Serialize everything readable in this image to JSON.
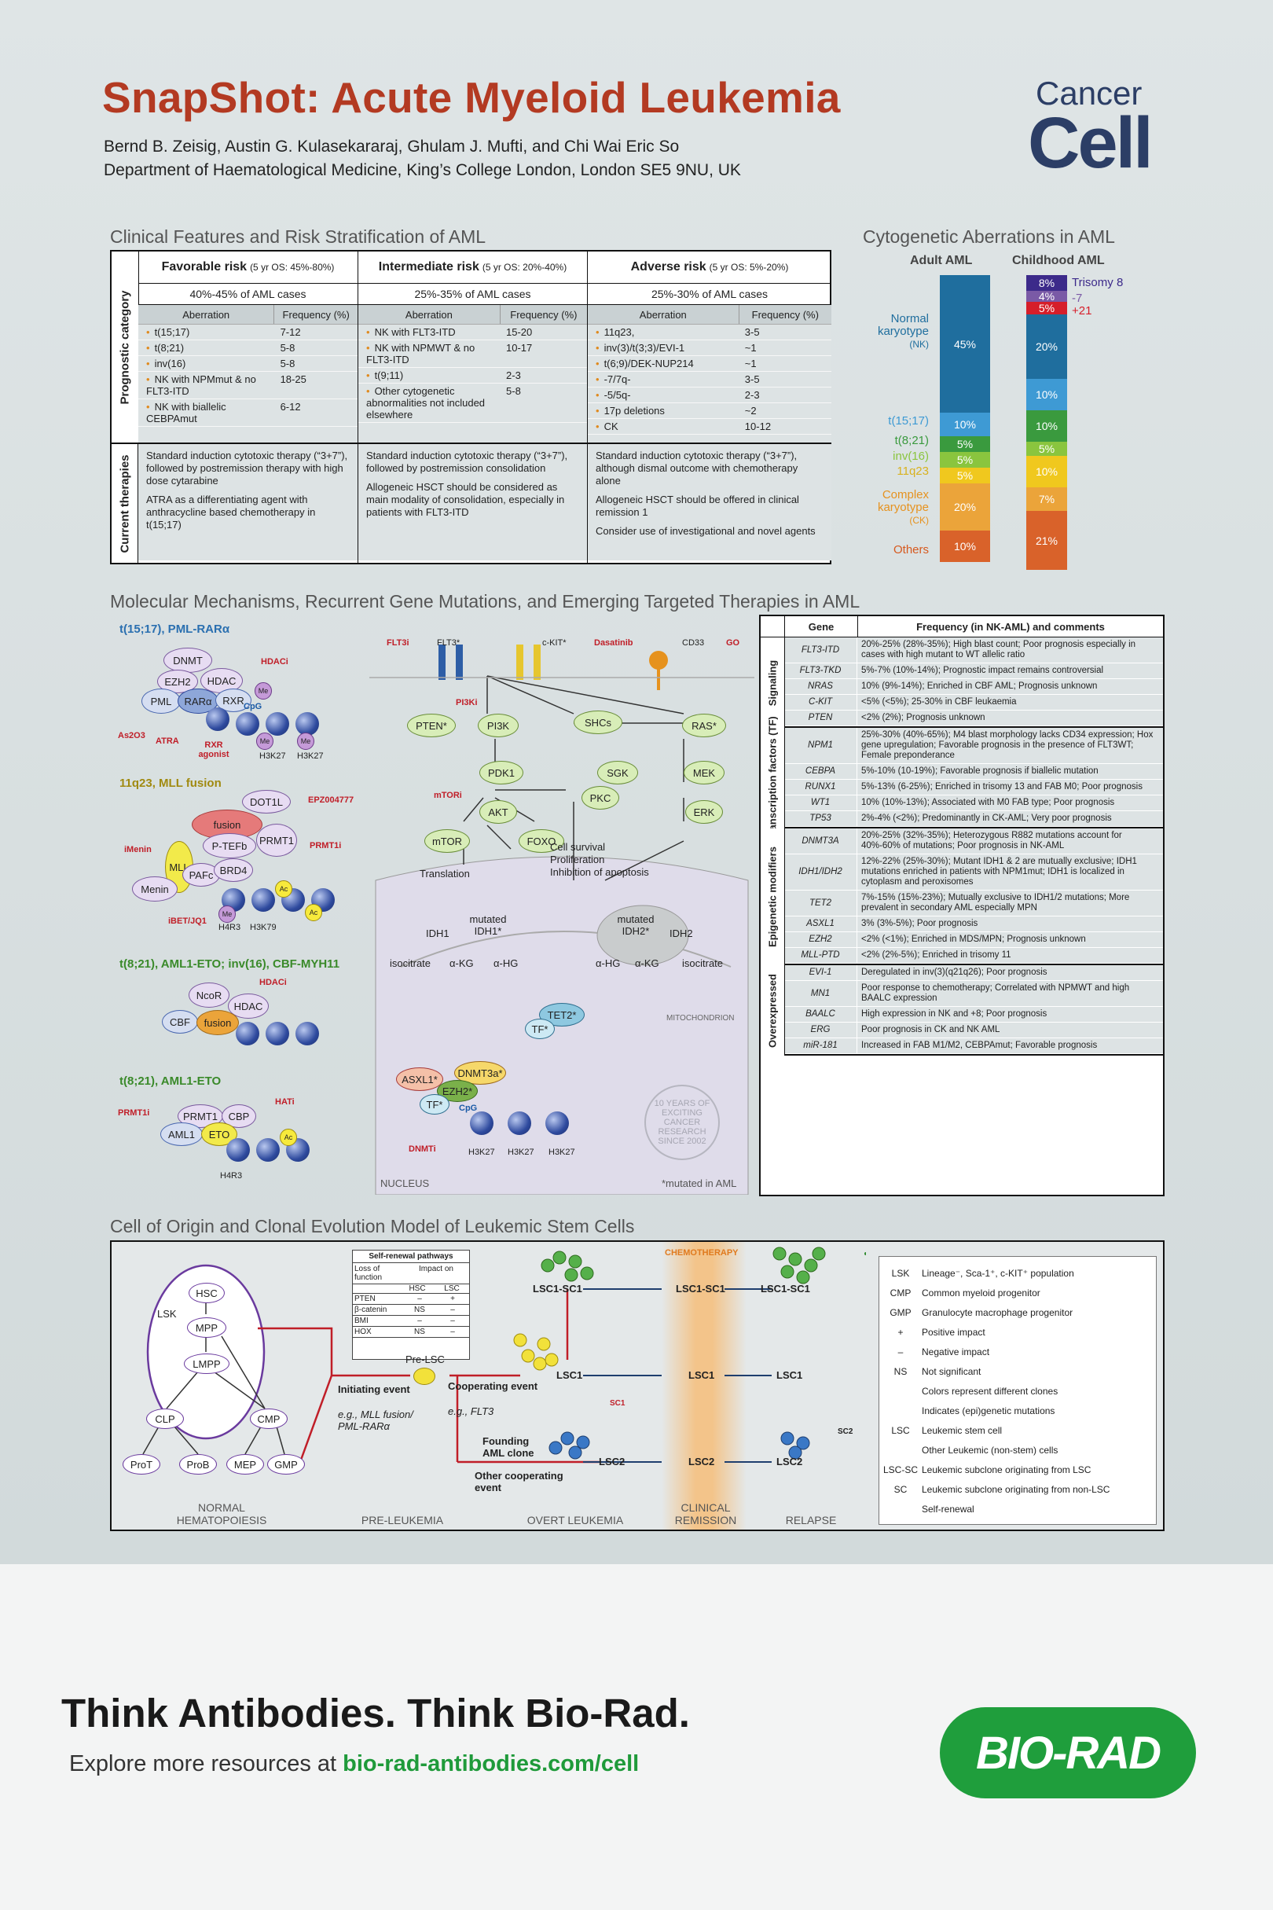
{
  "header": {
    "title": "SnapShot: Acute Myeloid Leukemia",
    "authors": "Bernd B. Zeisig, Austin G. Kulasekararaj, Ghulam J. Mufti, and Chi Wai Eric So",
    "department": "Department of Haematological Medicine, King’s College London, London SE5 9NU, UK",
    "journal_line1": "Cancer",
    "journal_line2": "Cell"
  },
  "clinical": {
    "section_title": "Clinical Features and Risk Stratification of AML",
    "row_label_1": "Prognostic category",
    "row_label_2": "Current therapies",
    "col_aberration": "Aberration",
    "col_frequency": "Frequency (%)",
    "columns": [
      {
        "name": "Favorable risk",
        "os": "(5 yr OS: 45%-80%)",
        "share": "40%-45% of AML cases",
        "rows": [
          {
            "a": "t(15;17)",
            "f": "7-12"
          },
          {
            "a": "t(8;21)",
            "f": "5-8"
          },
          {
            "a": "inv(16)",
            "f": "5-8"
          },
          {
            "a": "NK with NPMmut & no FLT3-ITD",
            "f": "18-25"
          },
          {
            "a": "NK with biallelic CEBPAmut",
            "f": "6-12"
          }
        ],
        "therapy1": "Standard induction cytotoxic therapy (“3+7”), followed by postremission therapy with high dose cytarabine",
        "therapy2": "ATRA as a differentiating agent with anthracycline based chemotherapy in t(15;17)",
        "therapy3": ""
      },
      {
        "name": "Intermediate risk",
        "os": "(5 yr OS: 20%-40%)",
        "share": "25%-35% of AML cases",
        "rows": [
          {
            "a": "NK with FLT3-ITD",
            "f": "15-20"
          },
          {
            "a": "NK with NPMWT & no FLT3-ITD",
            "f": "10-17"
          },
          {
            "a": "t(9;11)",
            "f": "2-3"
          },
          {
            "a": "Other cytogenetic abnormalities not included elsewhere",
            "f": "5-8"
          }
        ],
        "therapy1": "Standard induction cytotoxic therapy (“3+7”), followed by postremission consolidation",
        "therapy2": "Allogeneic HSCT should be considered as main modality of consolidation, especially in patients with FLT3-ITD",
        "therapy3": ""
      },
      {
        "name": "Adverse risk",
        "os": "(5 yr OS: 5%-20%)",
        "share": "25%-30% of AML cases",
        "rows": [
          {
            "a": "11q23,",
            "f": "3-5"
          },
          {
            "a": "inv(3)/t(3;3)/EVI-1",
            "f": "~1"
          },
          {
            "a": "t(6;9)/DEK-NUP214",
            "f": "~1"
          },
          {
            "a": "-7/7q-",
            "f": "3-5"
          },
          {
            "a": "-5/5q-",
            "f": "2-3"
          },
          {
            "a": "17p deletions",
            "f": "~2"
          },
          {
            "a": "CK",
            "f": "10-12"
          }
        ],
        "therapy1": "Standard induction cytotoxic therapy (“3+7”), although dismal outcome with chemotherapy alone",
        "therapy2": "Allogeneic HSCT should be offered in clinical remission 1",
        "therapy3": "Consider use of investigational and novel agents"
      }
    ]
  },
  "cytogenetics": {
    "section_title": "Cytogenetic Aberrations in AML",
    "adult_label": "Adult AML",
    "child_label": "Childhood AML",
    "labels": [
      {
        "text": "Normal karyotype",
        "sub": "(NK)",
        "color": "#1f6e9e"
      },
      {
        "text": "t(15;17)",
        "sub": "",
        "color": "#3e9ad4"
      },
      {
        "text": "t(8;21)",
        "sub": "",
        "color": "#3a9a3e"
      },
      {
        "text": "inv(16)",
        "sub": "",
        "color": "#8ac53e"
      },
      {
        "text": "11q23",
        "sub": "",
        "color": "#d9b21e"
      },
      {
        "text": "Complex karyotype",
        "sub": "(CK)",
        "color": "#e6921e"
      },
      {
        "text": "Others",
        "sub": "",
        "color": "#d6591e"
      }
    ],
    "adult": [
      {
        "v": "45%",
        "color": "#1f6e9e"
      },
      {
        "v": "10%",
        "color": "#3e9ad4"
      },
      {
        "v": "5%",
        "color": "#3a9a3e"
      },
      {
        "v": "5%",
        "color": "#8ac53e"
      },
      {
        "v": "5%",
        "color": "#f0c81e"
      },
      {
        "v": "20%",
        "color": "#eba43a"
      },
      {
        "v": "10%",
        "color": "#d9622a"
      }
    ],
    "child": [
      {
        "v": "8%",
        "color": "#3c2a8a"
      },
      {
        "v": "4%",
        "color": "#7a5aa6"
      },
      {
        "v": "5%",
        "color": "#d61e2a"
      },
      {
        "v": "20%",
        "color": "#1f6e9e"
      },
      {
        "v": "10%",
        "color": "#3e9ad4"
      },
      {
        "v": "10%",
        "color": "#3a9a3e"
      },
      {
        "v": "5%",
        "color": "#8ac53e"
      },
      {
        "v": "10%",
        "color": "#f0c81e"
      },
      {
        "v": "7%",
        "color": "#eba43a"
      },
      {
        "v": "21%",
        "color": "#d9622a"
      }
    ],
    "child_extra": [
      "Trisomy 8",
      "-7",
      "+21"
    ]
  },
  "molecular": {
    "section_title": "Molecular Mechanisms, Recurrent Gene Mutations, and Emerging Targeted Therapies in AML",
    "panel1": "t(15;17), PML-RARα",
    "panel2": "11q23, MLL fusion",
    "panel3": "t(8;21), AML1-ETO; inv(16), CBF-MYH11",
    "panel4": "t(8;21), AML1-ETO",
    "p1_nodes": [
      "DNMT",
      "EZH2",
      "HDAC",
      "PML",
      "RARα",
      "RXR",
      "CpG",
      "HDACi",
      "As2O3",
      "ATRA",
      "RXR agonist",
      "H3K27",
      "H3K27",
      "Me"
    ],
    "p2_nodes": [
      "DOT1L",
      "fusion",
      "P-TEFb",
      "MLL",
      "PRMT1",
      "PAFc",
      "BRD4",
      "Menin",
      "iMenin",
      "EPZ004777",
      "PRMT1i",
      "iBET/JQ1",
      "H4R3",
      "H3K79",
      "Ac",
      "Me"
    ],
    "p3_nodes": [
      "NcoR",
      "HDAC",
      "CBF",
      "fusion",
      "HDACi"
    ],
    "p4_nodes": [
      "PRMT1",
      "CBP",
      "AML1",
      "ETO",
      "PRMT1i",
      "HATi",
      "H4R3",
      "Ac"
    ],
    "signaling": [
      "FLT3i",
      "FLT3*",
      "c-KIT*",
      "Dasatinib",
      "CD33",
      "GO",
      "PI3Ki",
      "PTEN*",
      "PI3K",
      "SHCs",
      "RAS*",
      "PDK1",
      "SGK",
      "MEK",
      "mTORi",
      "AKT",
      "PKC",
      "ERK",
      "mTOR",
      "FOXO",
      "Translation",
      "Cell survival",
      "Proliferation",
      "Inhibition of apoptosis"
    ],
    "metabolic": [
      "IDH1",
      "mutated IDH1*",
      "mutated IDH2*",
      "IDH2",
      "isocitrate",
      "α-KG",
      "α-HG",
      "α-HG",
      "α-KG",
      "isocitrate",
      "TET2*",
      "TF*",
      "MITOCHONDRION"
    ],
    "nucleus": [
      "ASXL1*",
      "DNMT3a*",
      "EZH2*",
      "TF*",
      "CpG",
      "DNMTi",
      "H3K27",
      "H3K27",
      "H3K27",
      "NUCLEUS",
      "*mutated in AML",
      "10 YEARS OF EXCITING CANCER RESEARCH SINCE 2002"
    ]
  },
  "genes": {
    "col_gene": "Gene",
    "col_freq": "Frequency (in NK-AML) and comments",
    "groups": [
      {
        "name": "Signaling",
        "rows": [
          {
            "g": "FLT3-ITD",
            "c": "20%-25% (28%-35%); High blast count; Poor prognosis especially in cases with high mutant to WT allelic ratio"
          },
          {
            "g": "FLT3-TKD",
            "c": "5%-7% (10%-14%); Prognostic impact remains controversial"
          },
          {
            "g": "NRAS",
            "c": "10% (9%-14%); Enriched in CBF AML; Prognosis unknown"
          },
          {
            "g": "C-KIT",
            "c": "<5% (<5%); 25-30% in CBF leukaemia"
          },
          {
            "g": "PTEN",
            "c": "<2% (2%); Prognosis unknown"
          }
        ]
      },
      {
        "name": "Transcription factors (TF)",
        "rows": [
          {
            "g": "NPM1",
            "c": "25%-30% (40%-65%); M4 blast morphology lacks CD34 expression; Hox gene upregulation; Favorable prognosis in the presence of FLT3WT; Female preponderance"
          },
          {
            "g": "CEBPA",
            "c": "5%-10% (10-19%); Favorable prognosis if biallelic mutation"
          },
          {
            "g": "RUNX1",
            "c": "5%-13% (6-25%); Enriched in trisomy 13 and FAB M0; Poor prognosis"
          },
          {
            "g": "WT1",
            "c": "10% (10%-13%); Associated with M0 FAB type; Poor prognosis"
          },
          {
            "g": "TP53",
            "c": "2%-4% (<2%); Predominantly in CK-AML; Very poor prognosis"
          }
        ]
      },
      {
        "name": "Epigenetic modifiers",
        "rows": [
          {
            "g": "DNMT3A",
            "c": "20%-25% (32%-35%); Heterozygous R882 mutations account for 40%-60% of mutations; Poor prognosis in NK-AML"
          },
          {
            "g": "IDH1/IDH2",
            "c": "12%-22% (25%-30%); Mutant IDH1 & 2 are mutually exclusive; IDH1 mutations enriched in patients with NPM1mut; IDH1 is localized in cytoplasm and peroxisomes"
          },
          {
            "g": "TET2",
            "c": "7%-15% (15%-23%); Mutually exclusive to IDH1/2 mutations; More prevalent in secondary AML especially MPN"
          },
          {
            "g": "ASXL1",
            "c": "3% (3%-5%); Poor prognosis"
          },
          {
            "g": "EZH2",
            "c": "<2% (<1%); Enriched in MDS/MPN; Prognosis unknown"
          },
          {
            "g": "MLL-PTD",
            "c": "<2% (2%-5%); Enriched in trisomy 11"
          }
        ]
      },
      {
        "name": "Overexpressed",
        "rows": [
          {
            "g": "EVI-1",
            "c": "Deregulated in inv(3)(q21q26); Poor prognosis"
          },
          {
            "g": "MN1",
            "c": "Poor response to chemotherapy; Correlated with NPMWT and high BAALC expression"
          },
          {
            "g": "BAALC",
            "c": "High expression in NK and +8; Poor prognosis"
          },
          {
            "g": "ERG",
            "c": "Poor prognosis in CK and NK AML"
          },
          {
            "g": "miR-181",
            "c": "Increased in FAB M1/M2, CEBPAmut; Favorable prognosis"
          }
        ]
      }
    ]
  },
  "clonal": {
    "section_title": "Cell of Origin and Clonal Evolution Model of Leukemic Stem Cells",
    "phases": [
      "NORMAL HEMATOPOIESIS",
      "PRE-LEUKEMIA",
      "OVERT LEUKEMIA",
      "CLINICAL REMISSION",
      "RELAPSE"
    ],
    "chemo": "CHEMOTHERAPY",
    "hierarchy": [
      "HSC",
      "LSK",
      "MPP",
      "LMPP",
      "CLP",
      "CMP",
      "ProT",
      "ProB",
      "MEP",
      "GMP"
    ],
    "selfrenewal_title": "Self-renewal pathways",
    "selfrenewal_head": [
      "Loss of function",
      "Impact on",
      "HSC",
      "LSC"
    ],
    "selfrenewal_rows": [
      [
        "PTEN",
        "–",
        "+"
      ],
      [
        "β-catenin",
        "NS",
        "–"
      ],
      [
        "BMI",
        "–",
        "–"
      ],
      [
        "HOX",
        "NS",
        "–"
      ]
    ],
    "events": [
      "Initiating event",
      "e.g., MLL fusion/ PML-RARα",
      "Pre-LSC",
      "Cooperating event",
      "e.g., FLT3",
      "Founding AML clone",
      "Other cooperating event"
    ],
    "lscs": [
      "LSC1-SC1",
      "LSC1-SC1",
      "LSC1-SC1",
      "LSC1",
      "LSC1",
      "LSC1",
      "SC1",
      "LSC2",
      "LSC2",
      "LSC2",
      "SC2"
    ],
    "legend": [
      {
        "k": "LSK",
        "v": "Lineage⁻, Sca-1⁺, c-KIT⁺ population"
      },
      {
        "k": "CMP",
        "v": "Common myeloid progenitor"
      },
      {
        "k": "GMP",
        "v": "Granulocyte macrophage progenitor"
      },
      {
        "k": "+",
        "v": "Positive impact"
      },
      {
        "k": "–",
        "v": "Negative impact"
      },
      {
        "k": "NS",
        "v": "Not significant"
      },
      {
        "k": "",
        "v": "Colors represent different clones"
      },
      {
        "k": "",
        "v": "Indicates (epi)genetic mutations"
      },
      {
        "k": "LSC",
        "v": "Leukemic stem cell"
      },
      {
        "k": "",
        "v": "Other Leukemic (non-stem) cells"
      },
      {
        "k": "LSC-SC",
        "v": "Leukemic subclone originating from LSC"
      },
      {
        "k": "SC",
        "v": "Leukemic subclone originating from non-LSC"
      },
      {
        "k": "",
        "v": "Self-renewal"
      }
    ]
  },
  "ad": {
    "headline": "Think Antibodies. Think Bio-Rad.",
    "sub_prefix": "Explore more resources at",
    "link": "bio-rad-antibodies.com/cell",
    "logo": "BIO-RAD"
  }
}
